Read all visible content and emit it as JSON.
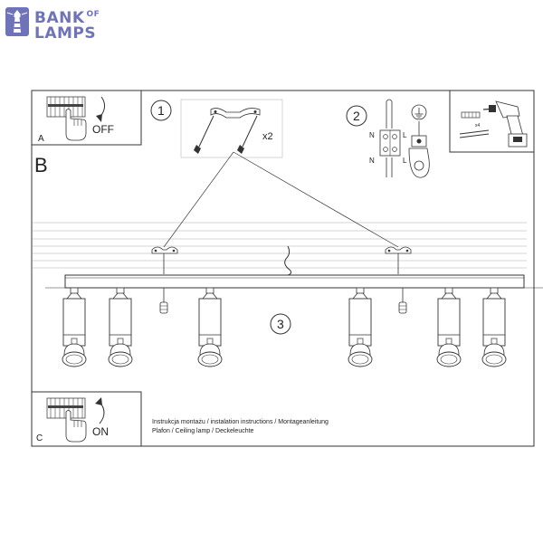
{
  "logo": {
    "brand_line1": "BANK",
    "brand_of": "OF",
    "brand_line2": "LAMPS"
  },
  "panels": {
    "a": {
      "letter": "A",
      "action": "OFF"
    },
    "b": {
      "letter": "B"
    },
    "c": {
      "letter": "C",
      "action": "ON"
    }
  },
  "steps": {
    "step1": {
      "number": "1",
      "quantity": "x2"
    },
    "step2": {
      "number": "2",
      "wire_n_top": "N",
      "wire_l_top": "L",
      "wire_n_bottom": "N",
      "wire_l_bottom": "L"
    },
    "step3": {
      "number": "3"
    },
    "drill": {
      "quantity": "x4"
    }
  },
  "instructions": {
    "line1": "Instrukcja montażu / instalation instructions / Montageanleitung",
    "line2": "Plafon / Ceiling lamp / Deckeleuchte"
  },
  "icons": [
    "lighthouse-logo-icon",
    "breaker-icon",
    "hand-icon",
    "arrow-down-icon",
    "arrow-up-icon",
    "screwdriver-icon",
    "drill-icon",
    "ground-icon",
    "terminal-block-icon",
    "spotlight-icon"
  ]
}
